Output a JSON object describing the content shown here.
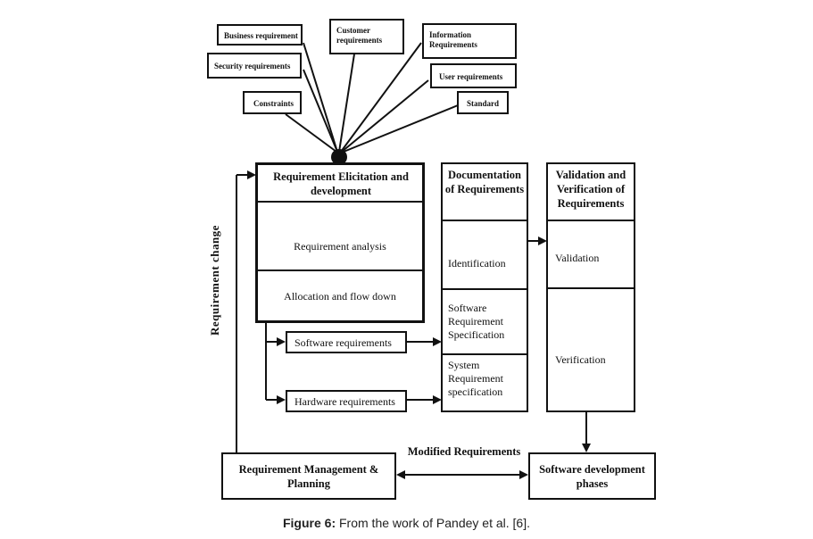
{
  "inputs": {
    "business": "Business requirement",
    "customer": "Customer requirements",
    "information": "Information Requirements",
    "security": "Security requirements",
    "user": "User requirements",
    "constraints": "Constraints",
    "standard": "Standard"
  },
  "elicitation": {
    "title": "Requirement Elicitation and development",
    "analysis": "Requirement analysis",
    "allocation": "Allocation and flow down"
  },
  "software_req": "Software requirements",
  "hardware_req": "Hardware requirements",
  "documentation": {
    "title": "Documentation of Requirements",
    "identification": "Identification",
    "srs": "Software Requirement Specification",
    "sysrs": "System Requirement specification"
  },
  "validation": {
    "title": "Validation and Verification of Requirements",
    "validation": "Validation",
    "verification": "Verification"
  },
  "management": "Requirement Management & Planning",
  "software_dev": "Software development phases",
  "modified": "Modified Requirements",
  "requirement_change": "Requirement change",
  "caption": {
    "prefix": "Figure 6:",
    "text": "From the work of Pandey et al. [6]."
  }
}
